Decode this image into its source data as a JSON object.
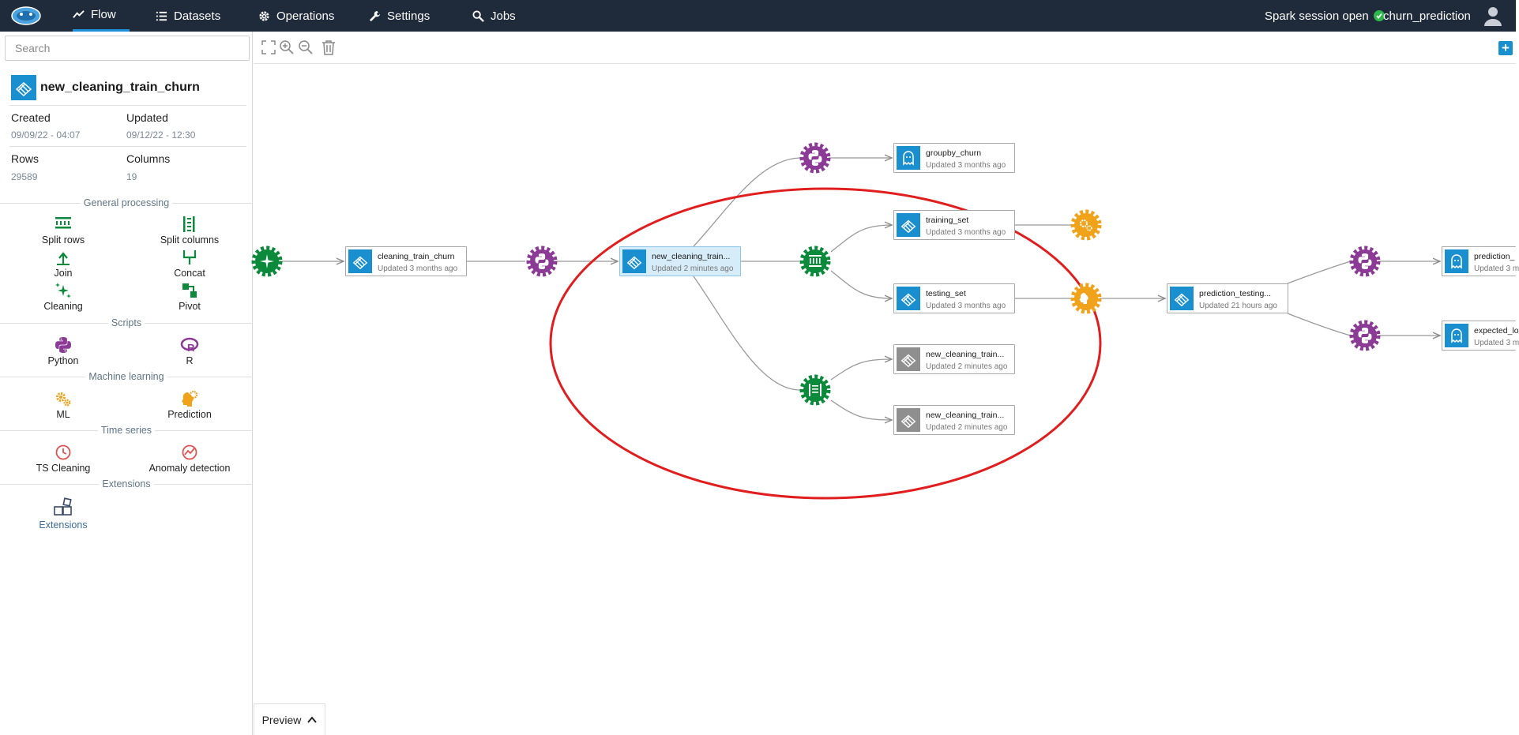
{
  "nav": {
    "logo_icon": "app-logo",
    "items": [
      {
        "label": "Flow",
        "icon": "trend-line-icon",
        "active": true
      },
      {
        "label": "Datasets",
        "icon": "list-icon"
      },
      {
        "label": "Operations",
        "icon": "gear-icon"
      },
      {
        "label": "Settings",
        "icon": "wrench-icon"
      },
      {
        "label": "Jobs",
        "icon": "gears-search-icon"
      }
    ],
    "spark_status": "Spark session open",
    "project": "churn_prediction"
  },
  "sidebar": {
    "search_placeholder": "Search",
    "dataset": {
      "name": "new_cleaning_train_churn",
      "created_label": "Created",
      "created_value": "09/09/22 - 04:07",
      "updated_label": "Updated",
      "updated_value": "09/12/22 - 12:30",
      "rows_label": "Rows",
      "rows_value": "29589",
      "columns_label": "Columns",
      "columns_value": "19"
    },
    "sections": {
      "general": "General processing",
      "scripts": "Scripts",
      "ml": "Machine learning",
      "timeseries": "Time series",
      "extensions": "Extensions"
    },
    "tools": {
      "split_rows": "Split rows",
      "split_columns": "Split columns",
      "join": "Join",
      "concat": "Concat",
      "cleaning": "Cleaning",
      "pivot": "Pivot",
      "python": "Python",
      "r": "R",
      "ml": "ML",
      "prediction": "Prediction",
      "ts_cleaning": "TS Cleaning",
      "anomaly_detection": "Anomaly detection",
      "extensions": "Extensions"
    }
  },
  "colors": {
    "green": "#0a8a3a",
    "purple": "#8b3a96",
    "orange": "#f0a21a",
    "blue": "#1a8fd0",
    "annotation_red": "#e01e1e"
  },
  "flow": {
    "nodes": {
      "cleaning_train_churn": {
        "title": "cleaning_train_churn",
        "sub": "Updated 3 months ago"
      },
      "new_cleaning_train": {
        "title": "new_cleaning_train...",
        "sub": "Updated 2 minutes ago"
      },
      "groupby_churn": {
        "title": "groupby_churn",
        "sub": "Updated 3 months ago"
      },
      "training_set": {
        "title": "training_set",
        "sub": "Updated 3 months ago"
      },
      "testing_set": {
        "title": "testing_set",
        "sub": "Updated 3 months ago"
      },
      "new_cleaning_train_a": {
        "title": "new_cleaning_train...",
        "sub": "Updated 2 minutes ago"
      },
      "new_cleaning_train_b": {
        "title": "new_cleaning_train...",
        "sub": "Updated 2 minutes ago"
      },
      "prediction_testing": {
        "title": "prediction_testing...",
        "sub": "Updated 21 hours ago"
      },
      "prediction_right": {
        "title": "prediction_",
        "sub": "Updated 3 m"
      },
      "expected_right": {
        "title": "expected_lo",
        "sub": "Updated 3 m"
      }
    }
  },
  "preview": {
    "label": "Preview"
  }
}
